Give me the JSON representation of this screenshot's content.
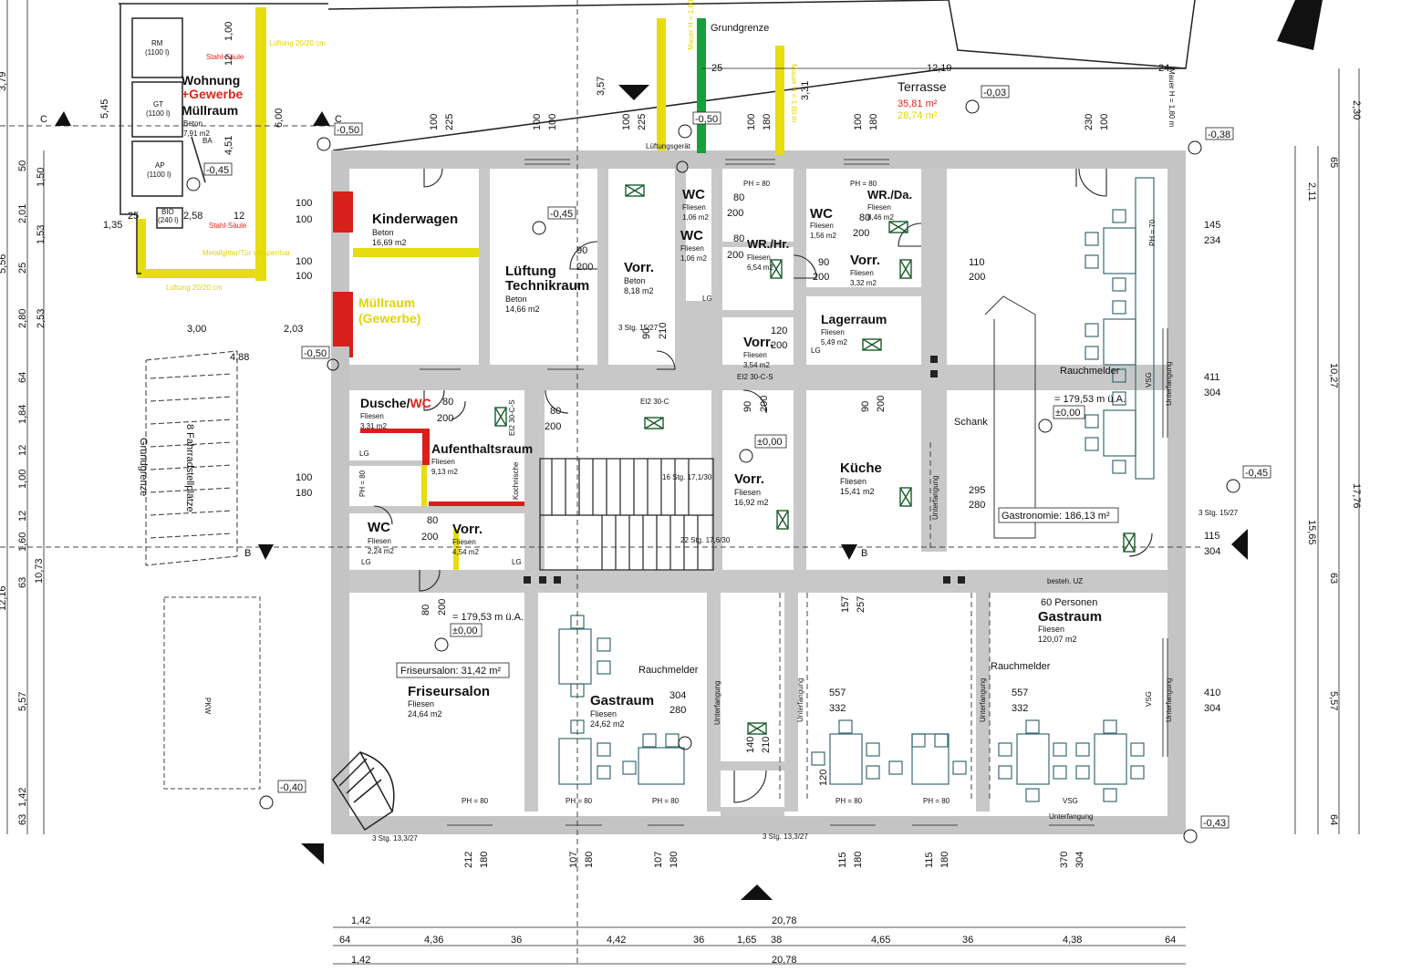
{
  "rooms": {
    "kinderwagen": {
      "name": "Kinderwagen",
      "floor": "Beton",
      "area": "16,69 m2"
    },
    "lueftung1": {
      "name": "Lüftung",
      "floor": "Beton",
      "area": "14,66 m2"
    },
    "lueftung2": {
      "name": "Technikraum"
    },
    "vorr_beton": {
      "name": "Vorr.",
      "floor": "Beton",
      "area": "8,18 m2"
    },
    "wc1": {
      "name": "WC",
      "floor": "Fliesen",
      "area": "1,06 m2"
    },
    "wc2": {
      "name": "WC",
      "floor": "Fliesen",
      "area": "1,06 m2"
    },
    "wrhr": {
      "name": "WR./Hr.",
      "floor": "Fliesen",
      "area": "6,54 m2"
    },
    "wc3": {
      "name": "WC",
      "floor": "Fliesen",
      "area": "1,56 m2"
    },
    "wrda": {
      "name": "WR./Da.",
      "floor": "Fliesen",
      "area": "8,46 m2"
    },
    "vorr332": {
      "name": "Vorr.",
      "floor": "Fliesen",
      "area": "3,32 m2"
    },
    "lagerraum": {
      "name": "Lagerraum",
      "floor": "Fliesen",
      "area": "5,49 m2"
    },
    "vorr354": {
      "name": "Vorr.",
      "floor": "Fliesen",
      "area": "3,54 m2"
    },
    "vorr1692": {
      "name": "Vorr.",
      "floor": "Fliesen",
      "area": "16,92 m2"
    },
    "kueche": {
      "name": "Küche",
      "floor": "Fliesen",
      "area": "15,41 m2"
    },
    "dusche": {
      "name": "Dusche/",
      "name2": "WC",
      "floor": "Fliesen",
      "area": "3,31 m2"
    },
    "aufenthalt": {
      "name": "Aufenthaltsraum",
      "floor": "Fliesen",
      "area": "9,13 m2"
    },
    "wc4": {
      "name": "WC",
      "floor": "Fliesen",
      "area": "2,24 m2"
    },
    "vorr454": {
      "name": "Vorr.",
      "floor": "Fliesen",
      "area": "4,54 m2"
    },
    "friseur": {
      "name": "Friseursalon",
      "floor": "Fliesen",
      "area": "24,64 m2",
      "box": "Friseursalon: 31,42 m²"
    },
    "gastraum1": {
      "name": "Gastraum",
      "floor": "Fliesen",
      "area": "24,62 m2"
    },
    "gastraum2": {
      "name": "Gastraum",
      "floor": "Fliesen",
      "area": "120,07 m2",
      "persons": "60 Personen"
    },
    "muell_wohnung": {
      "l1": "Wohnung",
      "l2": "+Gewerbe",
      "l3": "Müllraum",
      "floor": "Beton",
      "area": "7,91 m2",
      "ba": "BA"
    },
    "muell_gewerbe": {
      "l1": "Müllraum",
      "l2": "(Gewerbe)"
    },
    "terrasse": {
      "name": "Terrasse",
      "a1": "35,81 m²",
      "a2": "28,74 m²"
    },
    "schank": "Schank",
    "gastronomie": "Gastronomie: 186,13 m²"
  },
  "labels": {
    "grundgrenze": "Grundgrenze",
    "grundgrenze2": "Grundgrenze",
    "rauchmelder": "Rauchmelder",
    "lueftungsgeraet": "Lüftungsgerät",
    "fahrrad": "8 Fahrradstellplätze",
    "pkw": "PKW",
    "bestehUZ": "besteh. UZ",
    "vsg": "VSG",
    "unterfangung": "Unterfangung",
    "kochnische": "Kochnische",
    "ph80": "PH = 80",
    "ph70": "PH = 70",
    "ei30c": "EI2 30-C",
    "ei30cs": "EI2 30-C-S",
    "stahl": "Stahl-Säule",
    "lueftung_hint": "Lüftung 20/20 cm",
    "metall": "Metallgitter/Tür versperrbar",
    "mauer": "Mauer H = 1,80 m",
    "lg": "LG",
    "stg3a": "3 Stg. 15/27",
    "stg3b": "3 Stg. 13,3/27",
    "stg16": "16 Stg. 17,1/30",
    "stg22": "22 Stg. 17,6/30",
    "stg3c": "3 Stg. 15/27",
    "stg3d": "3 Stg. 13,3/27",
    "rm": "RM",
    "rm_v": "(1100 l)",
    "gt": "GT",
    "gt_v": "(1100 l)",
    "ap": "AP",
    "ap_v": "(1100 l)",
    "bio": "BIO",
    "bio_v": "(240 l)",
    "a179": "= 179,53 m ü.A.",
    "a179b": "= 179,53 m ü.A.",
    "a000": "±0,00",
    "a000b": "±0,00",
    "a000c": "±0,00"
  },
  "sections": {
    "c": "C",
    "b": "B"
  },
  "levels": [
    "-0,50",
    "-0,45",
    "-0,45",
    "-0,50",
    "-0,40",
    "-0,03",
    "-0,38",
    "-0,45",
    "-0,43",
    "-0,50"
  ],
  "dims_top": [
    "12,19",
    "25",
    "24",
    "3,57",
    "3,31",
    "1,00",
    "5,45",
    "6,00",
    "4,51",
    "2,58",
    "12",
    "12",
    "3,00",
    "2,03",
    "4,88",
    "1,35",
    "25",
    "1,00"
  ],
  "dims_bottom_row1": [
    "1,42",
    "20,78"
  ],
  "dims_bottom_row2": [
    "64",
    "4,36",
    "36",
    "4,42",
    "36",
    "1,65",
    "38",
    "4,65",
    "36",
    "4,38",
    "64"
  ],
  "dims_bottom_row3": [
    "1,42",
    "20,78"
  ],
  "dims_bottom_doors": [
    "212",
    "180",
    "107",
    "180",
    "107",
    "180",
    "115",
    "180",
    "115",
    "180",
    "370",
    "304"
  ],
  "dims_left": [
    "3,79",
    "5,56",
    "12,16",
    "10,73",
    "5,57"
  ],
  "dims_left2": [
    "50",
    "1,50",
    "2,01",
    "1,53",
    "25",
    "2,80",
    "2,53",
    "64",
    "1,84",
    "12",
    "1,00",
    "12",
    "1,60",
    "63",
    "5,57",
    "1,42",
    "63"
  ],
  "dims_right": [
    "2,30",
    "2,11",
    "10,27",
    "17,76",
    "15,65",
    "5,57",
    "65",
    "63",
    "64"
  ],
  "doors": {
    "d1": [
      "100",
      "225"
    ],
    "d2": [
      "100",
      "100"
    ],
    "d3": [
      "100",
      "225"
    ],
    "d4": [
      "100",
      "180"
    ],
    "d5": [
      "100",
      "180"
    ],
    "d6": [
      "230",
      "100"
    ],
    "d7": [
      "145",
      "234"
    ],
    "d8": [
      "110",
      "200"
    ],
    "d9": [
      "411",
      "304"
    ],
    "d10": [
      "295",
      "280"
    ],
    "d11": [
      "115",
      "304"
    ],
    "d12": [
      "410",
      "304"
    ],
    "d13": [
      "557",
      "332"
    ],
    "d14": [
      "557",
      "332"
    ],
    "d15": [
      "304",
      "280"
    ],
    "d16": [
      "140",
      "210"
    ],
    "d17": [
      "100",
      "180"
    ],
    "d18": [
      "80",
      "200"
    ],
    "d19": [
      "80",
      "200"
    ],
    "d20": [
      "90",
      "200"
    ],
    "d21": [
      "80",
      "200"
    ],
    "d22": [
      "80",
      "200"
    ],
    "d23": [
      "80",
      "200"
    ],
    "d24": [
      "90",
      "200"
    ],
    "d25": [
      "80",
      "200"
    ],
    "d26": [
      "120",
      "200"
    ],
    "d27": [
      "90",
      "200"
    ],
    "d28": [
      "90",
      "210"
    ],
    "d29": [
      "157",
      "257"
    ],
    "d30": [
      "80",
      "200"
    ],
    "d31": [
      "120"
    ],
    "d32": [
      "100",
      "100",
      "100",
      "100",
      "100",
      "100",
      "100",
      "225"
    ]
  }
}
